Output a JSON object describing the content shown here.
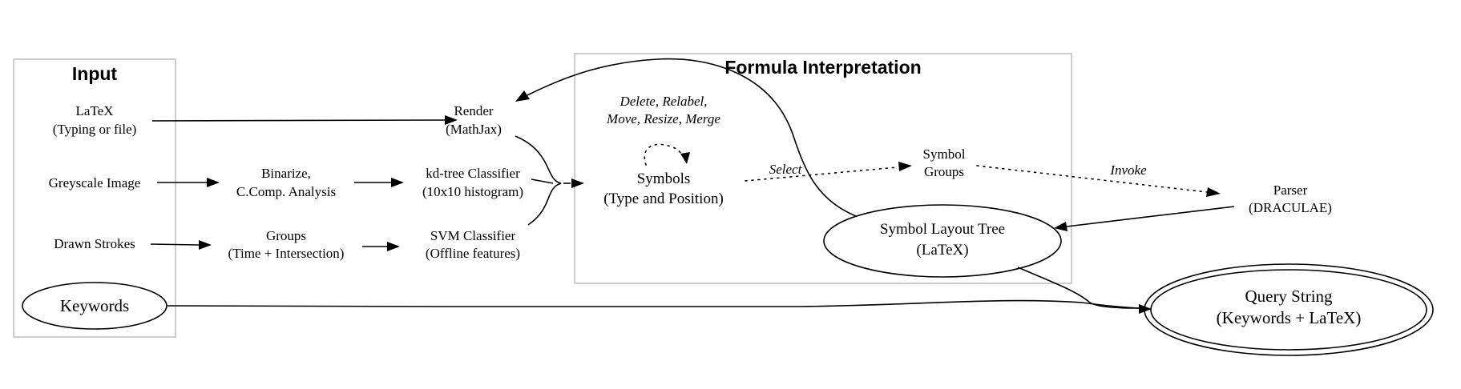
{
  "clusters": {
    "input": "Input",
    "formula": "Formula Interpretation"
  },
  "nodes": {
    "latex": [
      "LaTeX",
      "(Typing or file)"
    ],
    "greyscale": [
      "Greyscale Image"
    ],
    "strokes": [
      "Drawn Strokes"
    ],
    "keywords": [
      "Keywords"
    ],
    "render": [
      "Render",
      "(MathJax)"
    ],
    "binarize": [
      "Binarize,",
      "C.Comp. Analysis"
    ],
    "kdtree": [
      "kd-tree Classifier",
      "(10x10 histogram)"
    ],
    "groups": [
      "Groups",
      "(Time + Intersection)"
    ],
    "svm": [
      "SVM Classifier",
      "(Offline features)"
    ],
    "edit_ops": [
      "Delete, Relabel,",
      "Move, Resize, Merge"
    ],
    "symbols": [
      "Symbols",
      "(Type and Position)"
    ],
    "symbol_groups": [
      "Symbol",
      "Groups"
    ],
    "layout_tree": [
      "Symbol Layout Tree",
      "(LaTeX)"
    ],
    "parser": [
      "Parser",
      "(DRACULAE)"
    ],
    "query": [
      "Query String",
      "(Keywords + LaTeX)"
    ]
  },
  "edge_labels": {
    "select": "Select",
    "invoke": "Invoke"
  }
}
